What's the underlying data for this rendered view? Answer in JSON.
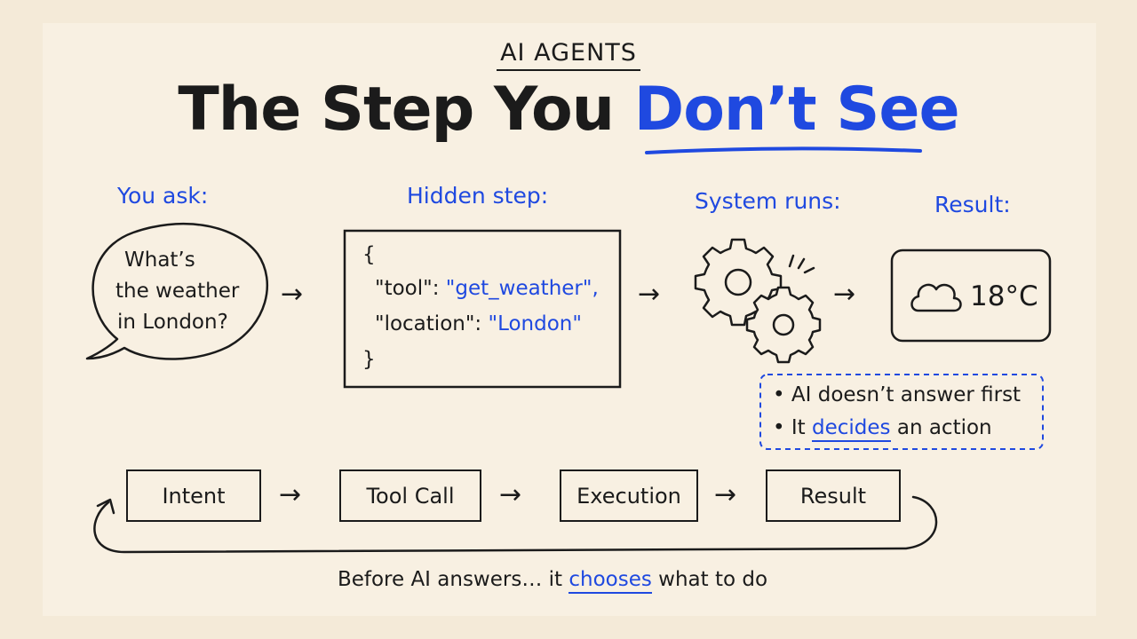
{
  "header": {
    "kicker": "AI AGENTS",
    "title_main": "The Step You ",
    "title_accent": "Don’t See"
  },
  "steps": {
    "you_ask_label": "You ask:",
    "hidden_step_label": "Hidden step:",
    "system_runs_label": "System runs:",
    "result_label": "Result:"
  },
  "speech_bubble": {
    "line1": "What’s",
    "line2": "the weather",
    "line3": "in London?"
  },
  "code": {
    "open_brace": "{",
    "key1": "\"tool\": ",
    "val1": "\"get_weather\",",
    "key2": "\"location\": ",
    "val2": "\"London\"",
    "close_brace": "}"
  },
  "result": {
    "icon": "cloud-icon",
    "temperature": "18°C"
  },
  "notes": {
    "bullet1": "AI doesn’t answer first",
    "bullet2_pre": "It ",
    "bullet2_highlight": "decides",
    "bullet2_post": " an action"
  },
  "flow": {
    "items": [
      "Intent",
      "Tool Call",
      "Execution",
      "Result"
    ]
  },
  "footer": {
    "pre": "Before AI answers… it ",
    "highlight": "chooses",
    "post": " what to do"
  },
  "colors": {
    "accent": "#1f49e0",
    "ink": "#1b1b1b",
    "paper": "#f8f0e2"
  }
}
